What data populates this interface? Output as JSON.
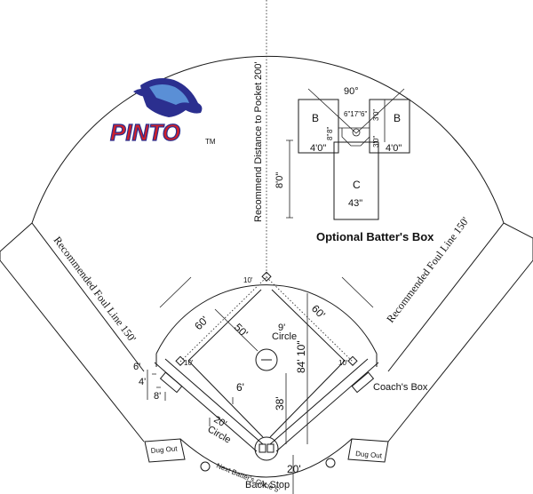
{
  "brand": {
    "name": "PINTO",
    "trademark": "TM",
    "primary": "#2b2f8f",
    "accent": "#d0202a"
  },
  "labels": {
    "pocket_distance": "Recommend Distance to Pocket 200'",
    "foul_line_left": "Recommended Foul Line 150'",
    "foul_line_right": "Recommended Foul Line 150'",
    "batters_box_title": "Optional Batter's Box",
    "box_angle": "90°",
    "box_b_left": "B",
    "box_b_right": "B",
    "box_c": "C",
    "box_w_left": "4'0\"",
    "box_w_right": "4'0\"",
    "box_len": "8'0\"",
    "box_c_width": "43\"",
    "box_top_dims": "6\"17\"6\"",
    "box_right_dim_top": "3'0\"",
    "box_right_dim_mid": "3'0\"",
    "box_small_8a": "8\"",
    "box_small_8b": "8\"",
    "base_60_left": "60'",
    "base_60_right": "60'",
    "pitch_50": "50'",
    "circle_9": "9'",
    "circle_word": "Circle",
    "dist_84": "84' 10\"",
    "dist_38": "38'",
    "dist_6": "6'",
    "dist_20_circle": "20'",
    "circle_word_2": "Circle",
    "dist_20_bottom": "20'",
    "ten_top": "10'",
    "ten_left": "10'",
    "ten_right": "10'",
    "box_6": "6'",
    "box_4": "4'",
    "box_8": "8'",
    "coaches_box": "Coach's Box",
    "dugout_left": "Dug Out",
    "dugout_right": "Dug Out",
    "next_batter": "Next Batter's Circle 5'",
    "back_stop": "Back Stop"
  }
}
